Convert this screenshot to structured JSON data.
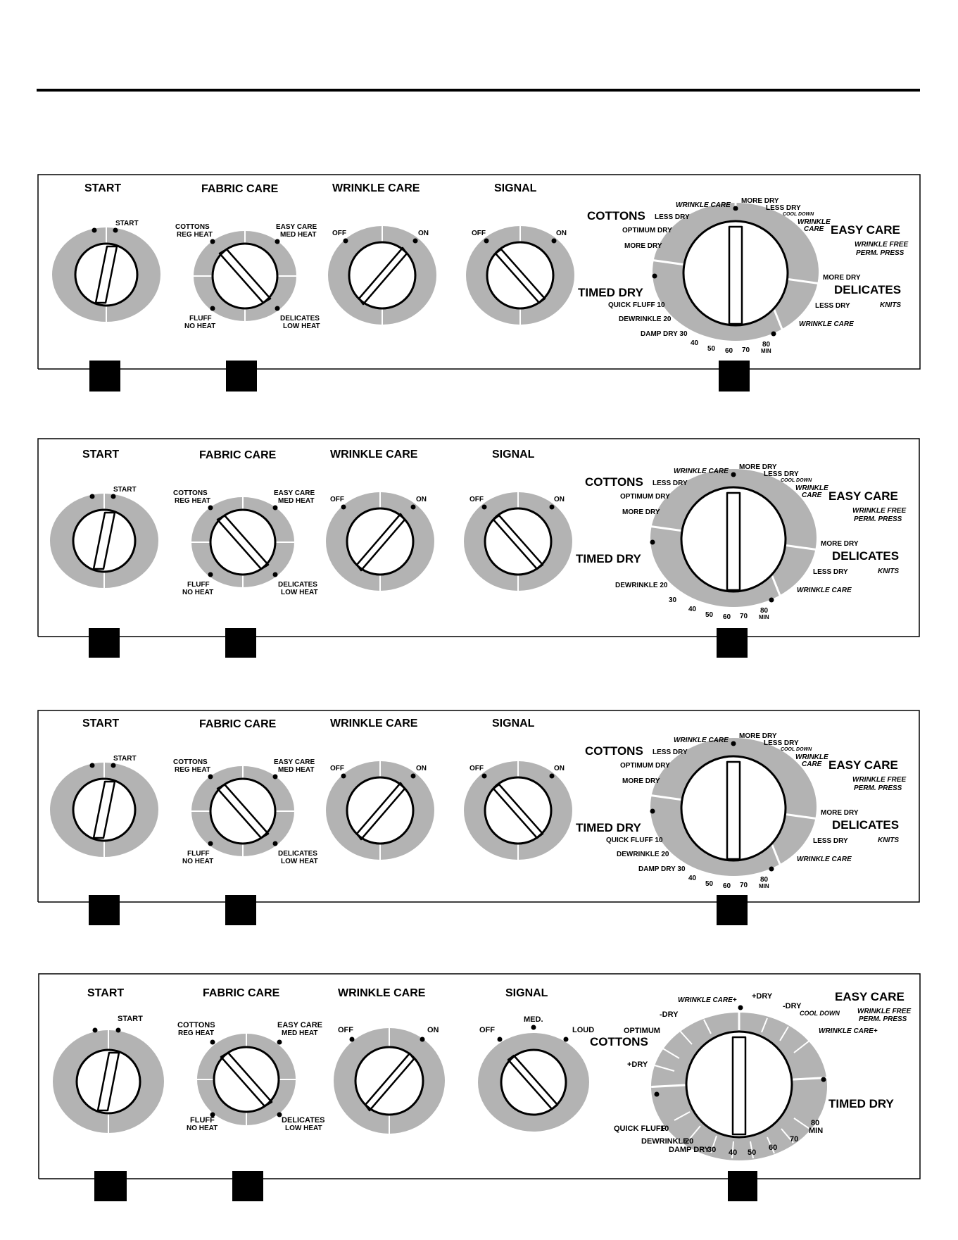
{
  "panels": [
    {
      "start": {
        "title": "START",
        "label": "START"
      },
      "fabric": {
        "title": "FABRIC CARE",
        "cottons": "COTTONS",
        "reg_heat": "REG HEAT",
        "easy_care": "EASY CARE",
        "med_heat": "MED HEAT",
        "fluff": "FLUFF",
        "no_heat": "NO HEAT",
        "delicates": "DELICATES",
        "low_heat": "LOW HEAT"
      },
      "wrinkle": {
        "title": "WRINKLE CARE",
        "off": "OFF",
        "on": "ON"
      },
      "signal": {
        "title": "SIGNAL",
        "off": "OFF",
        "on": "ON"
      },
      "cycle": {
        "cottons": "COTTONS",
        "less_dry_c": "LESS DRY",
        "wrinkle_care_c": "WRINKLE CARE",
        "optimum_dry": "OPTIMUM DRY",
        "more_dry_c": "MORE DRY",
        "more_dry_top": "MORE DRY",
        "less_dry_e": "LESS DRY",
        "cool_down": "COOL DOWN",
        "wrinkle_e1": "WRINKLE",
        "wrinkle_e2": "CARE",
        "easy_care": "EASY CARE",
        "wrinkle_free": "WRINKLE FREE",
        "perm_press": "PERM. PRESS",
        "more_dry_d": "MORE DRY",
        "delicates": "DELICATES",
        "less_dry_d": "LESS DRY",
        "knits": "KNITS",
        "wrinkle_care_d": "WRINKLE CARE",
        "timed_dry": "TIMED DRY",
        "quick_fluff": "QUICK FLUFF 10",
        "dewrinkle": "DEWRINKLE 20",
        "damp_dry": "DAMP DRY 30",
        "t40": "40",
        "t50": "50",
        "t60": "60",
        "t70": "70",
        "t80": "80",
        "min": "MIN"
      }
    },
    {
      "start": {
        "title": "START",
        "label": "START"
      },
      "fabric": {
        "title": "FABRIC CARE",
        "cottons": "COTTONS",
        "reg_heat": "REG HEAT",
        "easy_care": "EASY CARE",
        "med_heat": "MED HEAT",
        "fluff": "FLUFF",
        "no_heat": "NO HEAT",
        "delicates": "DELICATES",
        "low_heat": "LOW HEAT"
      },
      "wrinkle": {
        "title": "WRINKLE CARE",
        "off": "OFF",
        "on": "ON"
      },
      "signal": {
        "title": "SIGNAL",
        "off": "OFF",
        "on": "ON"
      },
      "cycle": {
        "cottons": "COTTONS",
        "less_dry_c": "LESS DRY",
        "wrinkle_care_c": "WRINKLE CARE",
        "optimum_dry": "OPTIMUM DRY",
        "more_dry_c": "MORE DRY",
        "more_dry_top": "MORE DRY",
        "less_dry_e": "LESS DRY",
        "cool_down": "COOL DOWN",
        "wrinkle_e1": "WRINKLE",
        "wrinkle_e2": "CARE",
        "easy_care": "EASY CARE",
        "wrinkle_free": "WRINKLE FREE",
        "perm_press": "PERM. PRESS",
        "more_dry_d": "MORE DRY",
        "delicates": "DELICATES",
        "less_dry_d": "LESS DRY",
        "knits": "KNITS",
        "wrinkle_care_d": "WRINKLE CARE",
        "timed_dry": "TIMED DRY",
        "dewrinkle": "DEWRINKLE 20",
        "t30": "30",
        "t40": "40",
        "t50": "50",
        "t60": "60",
        "t70": "70",
        "t80": "80",
        "min": "MIN"
      }
    },
    {
      "start": {
        "title": "START",
        "label": "START"
      },
      "fabric": {
        "title": "FABRIC CARE",
        "cottons": "COTTONS",
        "reg_heat": "REG HEAT",
        "easy_care": "EASY CARE",
        "med_heat": "MED HEAT",
        "fluff": "FLUFF",
        "no_heat": "NO HEAT",
        "delicates": "DELICATES",
        "low_heat": "LOW HEAT"
      },
      "wrinkle": {
        "title": "WRINKLE CARE",
        "off": "OFF",
        "on": "ON"
      },
      "signal": {
        "title": "SIGNAL",
        "off": "OFF",
        "on": "ON"
      },
      "cycle": {
        "cottons": "COTTONS",
        "less_dry_c": "LESS DRY",
        "wrinkle_care_c": "WRINKLE CARE",
        "optimum_dry": "OPTIMUM DRY",
        "more_dry_c": "MORE DRY",
        "more_dry_top": "MORE DRY",
        "less_dry_e": "LESS DRY",
        "cool_down": "COOL DOWN",
        "wrinkle_e1": "WRINKLE",
        "wrinkle_e2": "CARE",
        "easy_care": "EASY CARE",
        "wrinkle_free": "WRINKLE FREE",
        "perm_press": "PERM. PRESS",
        "more_dry_d": "MORE DRY",
        "delicates": "DELICATES",
        "less_dry_d": "LESS DRY",
        "knits": "KNITS",
        "wrinkle_care_d": "WRINKLE CARE",
        "timed_dry": "TIMED DRY",
        "quick_fluff": "QUICK FLUFF 10",
        "dewrinkle": "DEWRINKLE 20",
        "damp_dry": "DAMP DRY 30",
        "t40": "40",
        "t50": "50",
        "t60": "60",
        "t70": "70",
        "t80": "80",
        "min": "MIN"
      }
    },
    {
      "start": {
        "title": "START",
        "label": "START"
      },
      "fabric": {
        "title": "FABRIC CARE",
        "cottons": "COTTONS",
        "reg_heat": "REG HEAT",
        "easy_care": "EASY CARE",
        "med_heat": "MED HEAT",
        "fluff": "FLUFF",
        "no_heat": "NO HEAT",
        "delicates": "DELICATES",
        "low_heat": "LOW HEAT"
      },
      "wrinkle": {
        "title": "WRINKLE CARE",
        "off": "OFF",
        "on": "ON"
      },
      "signal": {
        "title": "SIGNAL",
        "off": "OFF",
        "med": "MED.",
        "loud": "LOUD"
      },
      "cycle": {
        "wrinkle_care_plus_c": "WRINKLE CARE+",
        "minus_dry_c": "-DRY",
        "optimum": "OPTIMUM",
        "cottons": "COTTONS",
        "plus_dry_c": "+DRY",
        "plus_dry_e": "+DRY",
        "minus_dry_e": "-DRY",
        "cool_down": "COOL DOWN",
        "wrinkle_care_plus_e": "WRINKLE CARE+",
        "easy_care": "EASY CARE",
        "wrinkle_free": "WRINKLE FREE",
        "perm_press": "PERM. PRESS",
        "timed_dry": "TIMED DRY",
        "quick_fluff": "QUICK FLUFF",
        "t10": "10",
        "dewrinkle": "DEWRINKLE",
        "t20": "20",
        "damp_dry": "DAMP DRY",
        "t30": "30",
        "t40": "40",
        "t50": "50",
        "t60": "60",
        "t70": "70",
        "t80": "80",
        "min": "MIN"
      }
    }
  ]
}
